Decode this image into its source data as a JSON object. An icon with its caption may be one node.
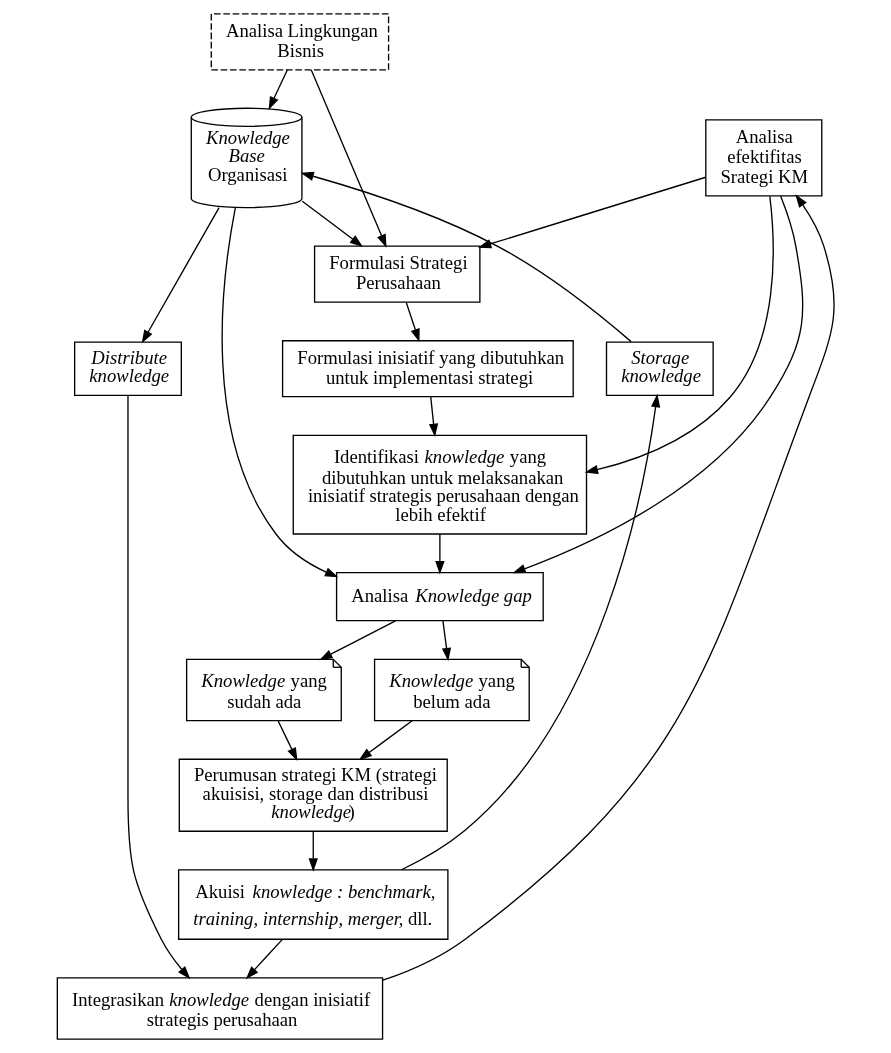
{
  "diagram": {
    "nodes": [
      {
        "text": [
          "Analisa Lingkungan Bisnis"
        ]
      },
      {
        "text": [
          "Formulasi Strategi Perusahaan"
        ]
      },
      {
        "text": [
          "Formulasi inisiatif yang dibutuhkan untuk implementasi strategi"
        ]
      },
      {
        "text": [
          "Identifikasi *knowledge* yang dibutuhkan untuk melaksanakan inisiatif strategis perusahaan dengan lebih efektif"
        ]
      },
      {
        "text": [
          "*Knowledge Base* Organisasi"
        ]
      },
      {
        "text": [
          "Analisa *Knowledge gap*"
        ]
      },
      {
        "text": [
          "*Knowledge* yang sudah ada"
        ]
      },
      {
        "text": [
          "*Knowledge* yang belum ada"
        ]
      },
      {
        "text": [
          "Analisa efektifitas Srategi KM"
        ]
      },
      {
        "text": [
          "Distribute knowledge"
        ]
      },
      {
        "text": [
          "Storage knowledge"
        ]
      },
      {
        "text": [
          "Perumusan strategi KM (strategi akuisisi, storage dan distribusi *knowledge*)"
        ]
      },
      {
        "text": [
          "Akuisi *knowledge : benchmark, training, internship, merger,* dll."
        ]
      },
      {
        "text": [
          "Integrasikan *knowledge* dengan inisiatif strategis perusahaan"
        ]
      }
    ],
    "edges": [
      {
        "from": 0,
        "to": 1,
        "arrow": "to"
      },
      {
        "from": 0,
        "to": 4,
        "arrow": "to"
      },
      {
        "from": 4,
        "to": 1,
        "arrow": "to"
      },
      {
        "from": 1,
        "to": 2,
        "arrow": "to"
      },
      {
        "from": 2,
        "to": 3,
        "arrow": "to"
      },
      {
        "from": 3,
        "to": 5,
        "arrow": "to"
      },
      {
        "from": 4,
        "to": 5,
        "arrow": "to"
      },
      {
        "from": 5,
        "to": 6,
        "arrow": "to"
      },
      {
        "from": 5,
        "to": 7,
        "arrow": "to"
      },
      {
        "from": 6,
        "to": 11,
        "arrow": "to"
      },
      {
        "from": 7,
        "to": 11,
        "arrow": "to"
      },
      {
        "from": 11,
        "to": 12,
        "arrow": "to"
      },
      {
        "from": 4,
        "to": 9,
        "arrow": "to"
      },
      {
        "from": 10,
        "to": 4,
        "arrow": "to"
      },
      {
        "from": 12,
        "to": 10,
        "arrow": "to"
      },
      {
        "from": 9,
        "to": 13,
        "arrow": "to"
      },
      {
        "from": 12,
        "to": 13,
        "arrow": "to"
      },
      {
        "from": 13,
        "to": 8,
        "arrow": "to"
      },
      {
        "from": 8,
        "to": 1,
        "arrow": "to"
      },
      {
        "from": 8,
        "to": 3,
        "arrow": "to"
      },
      {
        "from": 8,
        "to": 5,
        "arrow": "to"
      }
    ]
  }
}
